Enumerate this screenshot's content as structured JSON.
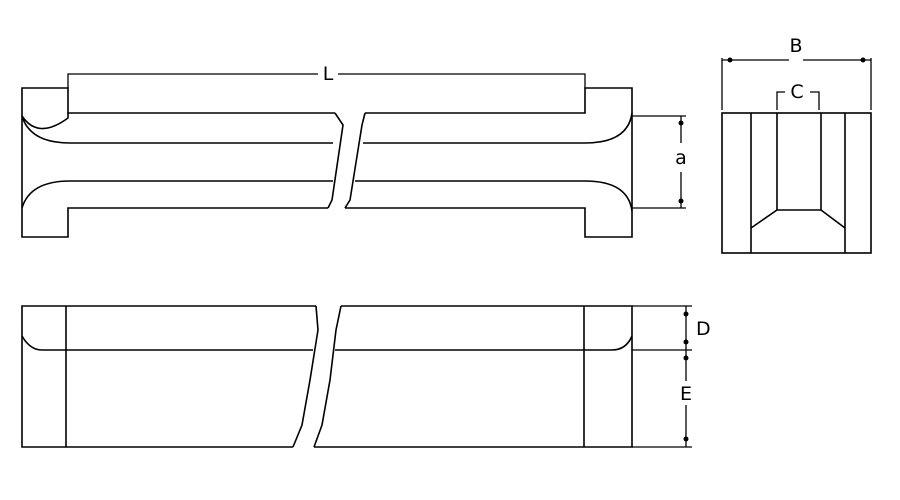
{
  "labels": {
    "L": "L",
    "a": "a",
    "B": "B",
    "C": "C",
    "D": "D",
    "E": "E"
  },
  "colors": {
    "line": "#000000",
    "background": "#ffffff"
  }
}
